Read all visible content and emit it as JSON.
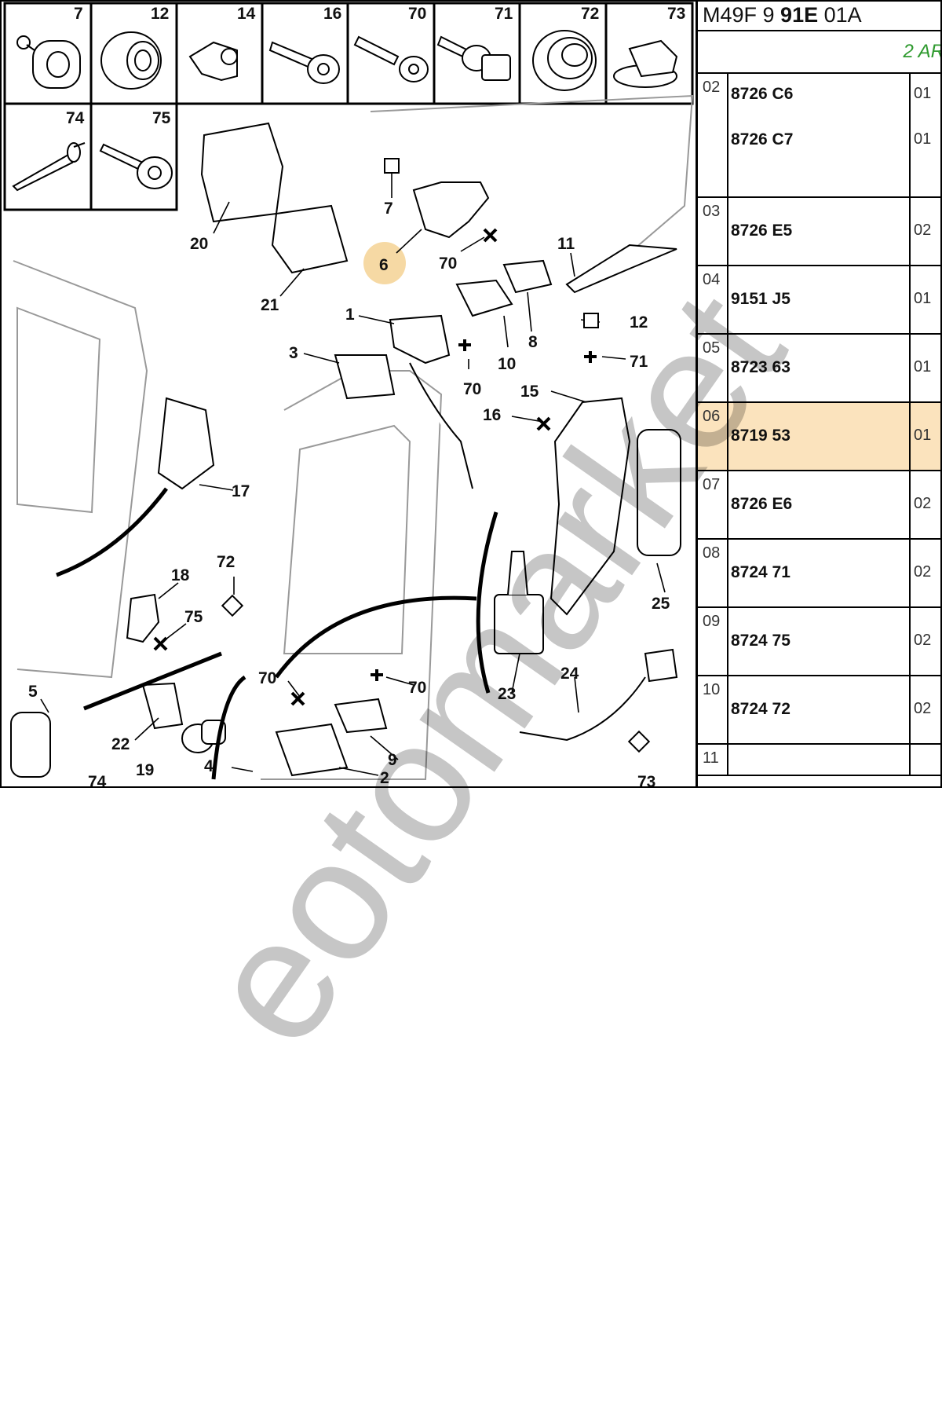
{
  "panel": {
    "ref_prefix": "M49F 9 ",
    "ref_bold": "91E",
    "ref_suffix": " 01A",
    "subtitle": "2 AR",
    "rows": [
      {
        "num": "02",
        "parts": [
          "8726 C6",
          "8726 C7"
        ],
        "qtys": [
          "01",
          "01"
        ],
        "highlight": false
      },
      {
        "num": "03",
        "parts": [
          "8726 E5"
        ],
        "qtys": [
          "02"
        ],
        "highlight": false
      },
      {
        "num": "04",
        "parts": [
          "9151 J5"
        ],
        "qtys": [
          "01"
        ],
        "highlight": false
      },
      {
        "num": "05",
        "parts": [
          "8723 63"
        ],
        "qtys": [
          "01"
        ],
        "highlight": false
      },
      {
        "num": "06",
        "parts": [
          "8719 53"
        ],
        "qtys": [
          "01"
        ],
        "highlight": true
      },
      {
        "num": "07",
        "parts": [
          "8726 E6"
        ],
        "qtys": [
          "02"
        ],
        "highlight": false
      },
      {
        "num": "08",
        "parts": [
          "8724 71"
        ],
        "qtys": [
          "02"
        ],
        "highlight": false
      },
      {
        "num": "09",
        "parts": [
          "8724 75"
        ],
        "qtys": [
          "02"
        ],
        "highlight": false
      },
      {
        "num": "10",
        "parts": [
          "8724 72"
        ],
        "qtys": [
          "02"
        ],
        "highlight": false
      },
      {
        "num": "11",
        "parts": [],
        "qtys": [],
        "highlight": false
      }
    ]
  },
  "strip": {
    "top": [
      "7",
      "12",
      "14",
      "16",
      "70",
      "71",
      "72",
      "73"
    ],
    "second": [
      "74",
      "75"
    ]
  },
  "callouts": [
    "20",
    "21",
    "7",
    "6",
    "70",
    "11",
    "12",
    "8",
    "10",
    "71",
    "1",
    "3",
    "70",
    "15",
    "16",
    "17",
    "25",
    "18",
    "72",
    "75",
    "5",
    "70",
    "70",
    "23",
    "24",
    "22",
    "19",
    "9",
    "4",
    "2",
    "73",
    "74"
  ],
  "highlight_color": "#f6d9a4",
  "watermark": "eotomarket"
}
